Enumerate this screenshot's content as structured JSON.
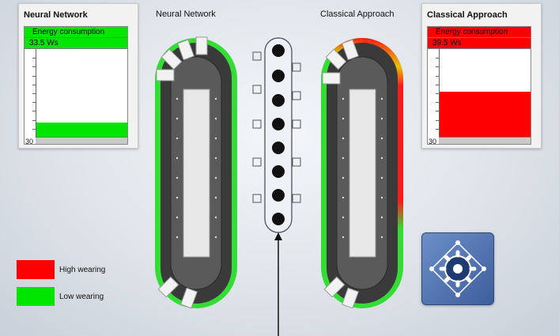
{
  "labels": {
    "left_panel_title": "Neural Network",
    "left_track_title": "Neural Network",
    "right_track_title": "Classical Approach",
    "right_panel_title": "Classical Approach"
  },
  "left_panel": {
    "header": "Energy consumption",
    "value": "33.5 Ws",
    "axis_min": "30",
    "level": 0.17,
    "color": "#00e600"
  },
  "right_panel": {
    "header": "Energy consumption",
    "value": "39.5 Ws",
    "axis_min": "30",
    "level": 0.52,
    "color": "#ff0000"
  },
  "legend": {
    "high_label": "High wearing",
    "high_color": "#ff0000",
    "low_label": "Low wearing",
    "low_color": "#00e600"
  },
  "colors": {
    "track_dark": "#3a3a3a",
    "track_center": "#e8e8e8",
    "logo_blue": "#4a6fb0"
  },
  "icons": {
    "logo": "gear-network-icon"
  }
}
